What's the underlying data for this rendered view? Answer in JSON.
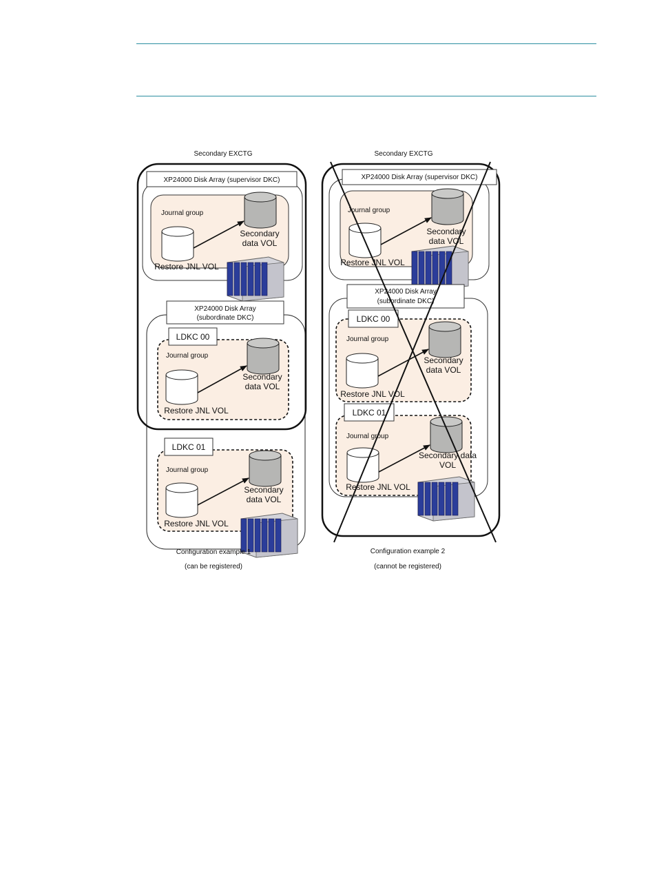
{
  "colors": {
    "rule": "#2a8ea0",
    "group_fill": "#fbeee3",
    "disk_secondary": "#b6b6b4",
    "disk_restore": "#ffffff",
    "rack_blue": "#2b3d9a",
    "rack_frame": "#c9c9cf"
  },
  "config1": {
    "exctg_label": "Secondary EXCTG",
    "supervisor": {
      "array_label": "XP24000 Disk Array (supervisor DKC)",
      "journal_label": "Journal group",
      "secondary_line1": "Secondary",
      "secondary_line2": "data VOL",
      "restore_label": "Restore JNL VOL"
    },
    "subordinate": {
      "array_line1": "XP24000 Disk Array",
      "array_line2": "(subordinate DKC)",
      "ldkc00": {
        "ldkc_label": "LDKC 00",
        "journal_label": "Journal group",
        "secondary_line1": "Secondary",
        "secondary_line2": "data VOL",
        "restore_label": "Restore JNL VOL"
      },
      "ldkc01": {
        "ldkc_label": "LDKC 01",
        "journal_label": "Journal group",
        "secondary_line1": "Secondary",
        "secondary_line2": "data VOL",
        "restore_label": "Restore JNL VOL"
      }
    },
    "caption_line1": "Configuration example 1",
    "caption_line2": "(can be registered)"
  },
  "config2": {
    "exctg_label": "Secondary EXCTG",
    "supervisor": {
      "array_label": "XP24000 Disk Array (supervisor DKC)",
      "journal_label": "Journal group",
      "secondary_line1": "Secondary",
      "secondary_line2": "data VOL",
      "restore_label": "Restore JNL VOL"
    },
    "subordinate": {
      "array_line1": "XP24000 Disk Array",
      "array_line2": "(subordinate DKC)",
      "ldkc00": {
        "ldkc_label": "LDKC 00",
        "journal_label": "Journal group",
        "secondary_line1": "Secondary",
        "secondary_line2": "data VOL",
        "restore_label": "Restore JNL VOL"
      },
      "ldkc01": {
        "ldkc_label": "LDKC 01",
        "journal_label": "Journal group",
        "secondary_line1": "Secondary data",
        "secondary_line2": "VOL",
        "restore_label": "Restore JNL VOL"
      }
    },
    "caption_line1": "Configuration example 2",
    "caption_line2": "(cannot be registered)"
  }
}
